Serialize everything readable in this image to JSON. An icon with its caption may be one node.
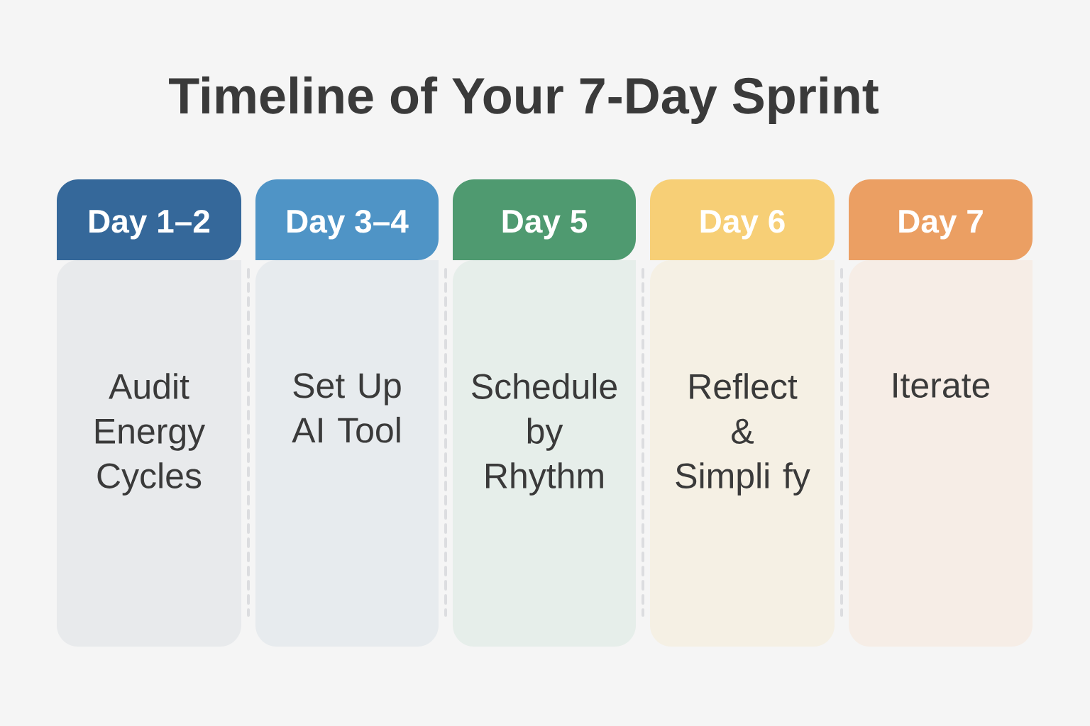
{
  "diagram": {
    "title": "Timeline of Your 7-Day Sprint",
    "nodes": [
      {
        "text": [
          "Day 1–2",
          "Audit Energy Cycles"
        ]
      },
      {
        "text": [
          "Day 3–4",
          "Set Up AI Tool"
        ]
      },
      {
        "text": [
          "Day 5",
          "Schedule by Rhythm"
        ]
      },
      {
        "text": [
          "Day 6",
          "Reflect & Simpli fy"
        ]
      },
      {
        "text": [
          "Day 7",
          "Iterate"
        ]
      }
    ]
  }
}
